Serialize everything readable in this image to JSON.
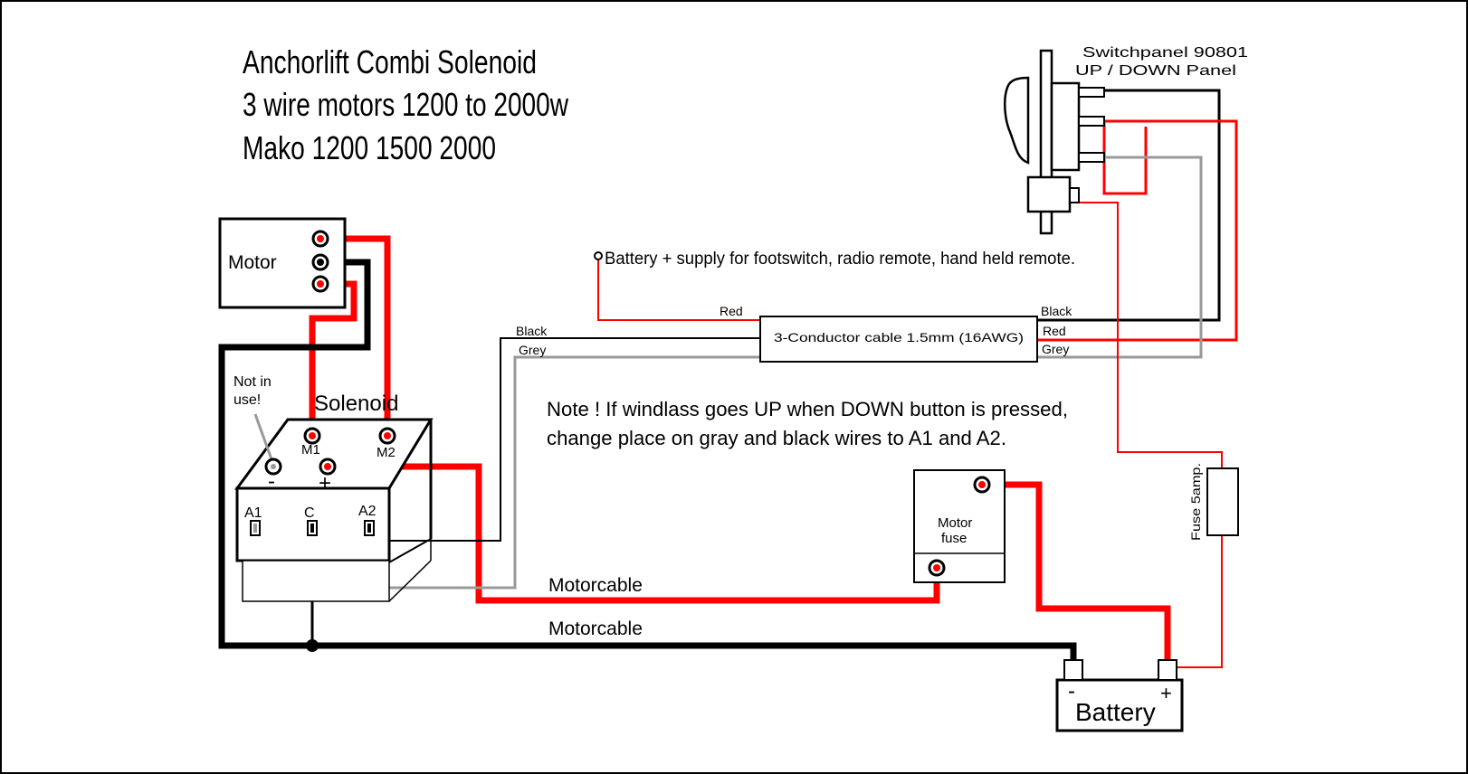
{
  "title_lines": [
    "Anchorlift Combi Solenoid",
    "3 wire motors 1200 to 2000w",
    "Mako 1200 1500 2000"
  ],
  "switchpanel": {
    "name": "Switchpanel 90801",
    "subtitle": "UP / DOWN Panel"
  },
  "battery_supply_note": "Battery + supply for footswitch, radio remote, hand held remote.",
  "cable": {
    "label": "3-Conductor cable 1.5mm (16AWG)",
    "left_red": "Red",
    "left_black": "Black",
    "left_grey": "Grey",
    "right_black": "Black",
    "right_red": "Red",
    "right_grey": "Grey"
  },
  "motor": {
    "label": "Motor"
  },
  "solenoid": {
    "label": "Solenoid",
    "not_in_use": [
      "Not in",
      "use!"
    ],
    "m1": "M1",
    "m2": "M2",
    "minus": "-",
    "plus": "+",
    "a1": "A1",
    "c": "C",
    "a2": "A2"
  },
  "note_lines": [
    "Note ! If windlass goes UP when DOWN button is pressed,",
    "change place on gray and black wires to A1 and A2."
  ],
  "motor_fuse": [
    "Motor",
    "fuse"
  ],
  "fuse_5amp": "Fuse 5amp.",
  "motorcable_1": "Motorcable",
  "motorcable_2": "Motorcable",
  "battery": {
    "label": "Battery",
    "minus": "-",
    "plus": "+"
  },
  "colors": {
    "red_wire": "#ff0000",
    "black_wire": "#000000",
    "grey_wire": "#999999"
  }
}
